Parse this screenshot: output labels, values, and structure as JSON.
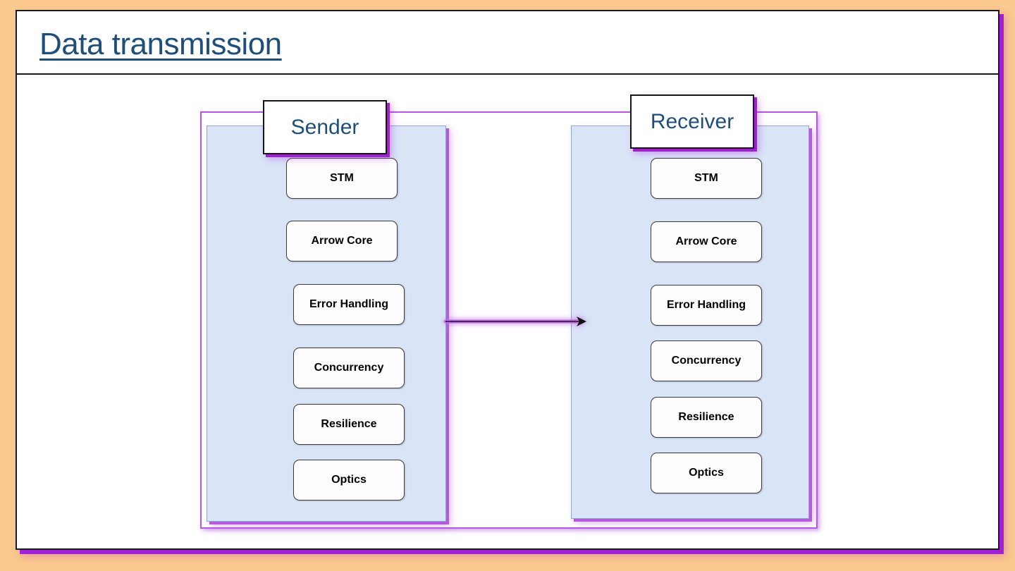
{
  "slide": {
    "title": "Data transmission",
    "background_color": "#fbc98d",
    "card_color": "#ffffff",
    "title_color": "#1f4e79",
    "accent_color": "#b45ae0",
    "panel_color": "#d9e4f7"
  },
  "diagram": {
    "type": "block-diagram",
    "groups": [
      {
        "id": "sender",
        "label": "Sender",
        "components": [
          {
            "label": "STM"
          },
          {
            "label": "Arrow Core"
          },
          {
            "label": "Error Handling"
          },
          {
            "label": "Concurrency"
          },
          {
            "label": "Resilience"
          },
          {
            "label": "Optics"
          }
        ]
      },
      {
        "id": "receiver",
        "label": "Receiver",
        "components": [
          {
            "label": "STM"
          },
          {
            "label": "Arrow Core"
          },
          {
            "label": "Error Handling"
          },
          {
            "label": "Concurrency"
          },
          {
            "label": "Resilience"
          },
          {
            "label": "Optics"
          }
        ]
      }
    ],
    "connection": {
      "from": "sender",
      "to": "receiver",
      "direction": "right",
      "label": ""
    }
  }
}
